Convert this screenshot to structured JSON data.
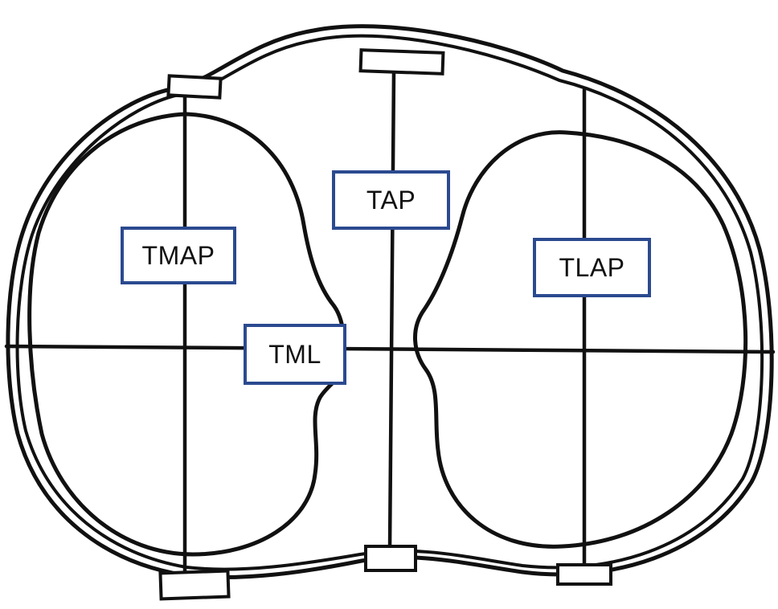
{
  "diagram": {
    "labels": {
      "tmap": "TMAP",
      "tap": "TAP",
      "tlap": "TLAP",
      "tml": "TML"
    },
    "colors": {
      "line": "#111111",
      "label_border": "#2b4a8f",
      "background": "#ffffff"
    }
  }
}
